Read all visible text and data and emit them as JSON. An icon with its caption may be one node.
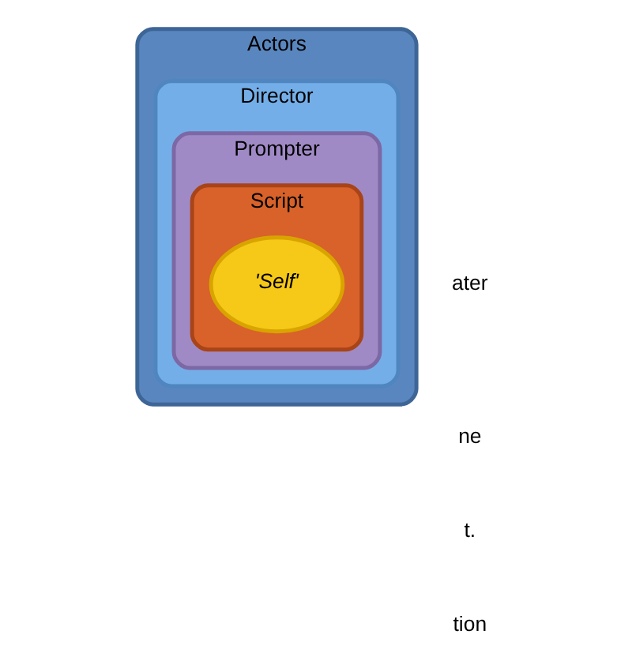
{
  "diagram": {
    "nodes": [
      {
        "text": [
          "Actors"
        ]
      },
      {
        "text": [
          "Director"
        ],
        "in": 0
      },
      {
        "text": [
          "Prompter"
        ],
        "in": 1
      },
      {
        "text": [
          "Script"
        ],
        "in": 2
      },
      {
        "text": [
          "'Self'"
        ],
        "in": 3
      }
    ],
    "labels": [
      "ater",
      "ne",
      "t.",
      "tion"
    ]
  }
}
